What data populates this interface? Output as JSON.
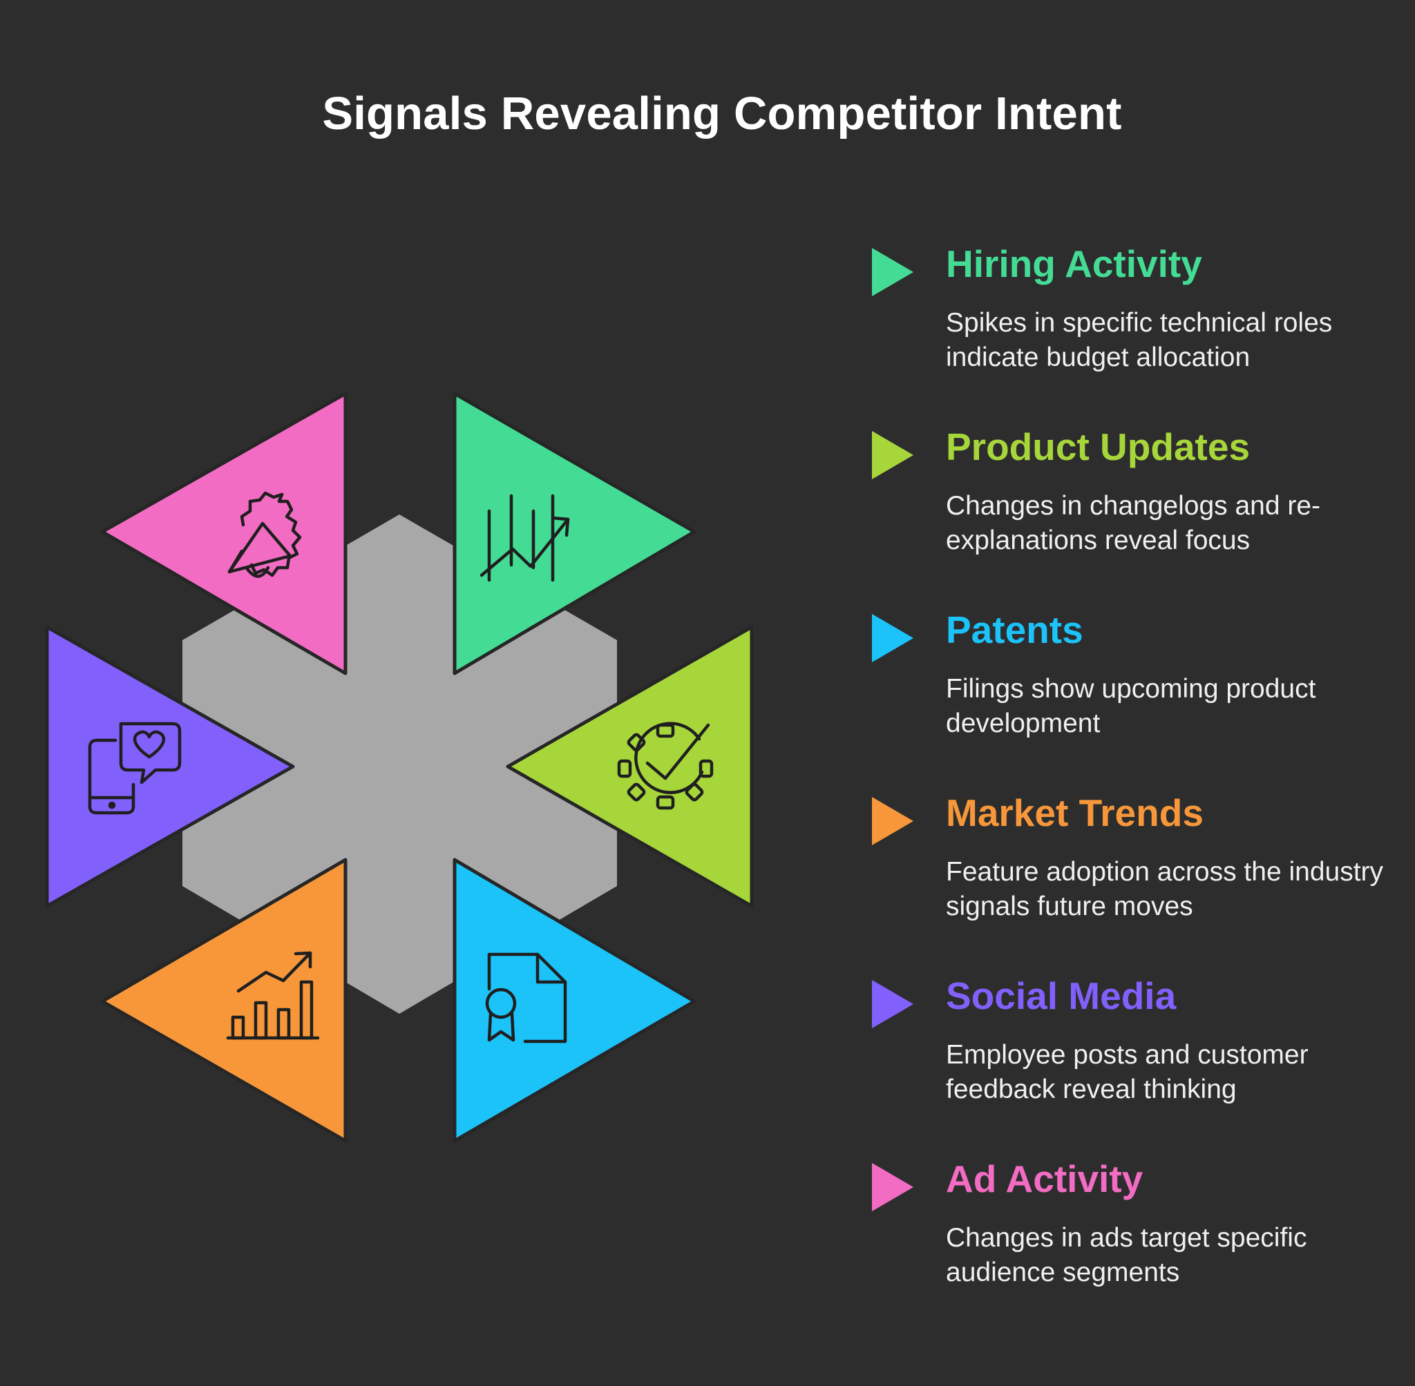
{
  "title": "Signals Revealing Competitor Intent",
  "colors": {
    "background": "#2d2d2e",
    "hexagon": "#a8a8a8",
    "outline": "#262626",
    "hiring": "#44dc94",
    "product": "#a7d63a",
    "patents": "#1bc3f9",
    "market": "#f7973a",
    "social": "#8260fb",
    "ad": "#f36cc3"
  },
  "signals": [
    {
      "key": "hiring",
      "title": "Hiring Activity",
      "description": "Spikes in specific technical roles indicate budget allocation",
      "color": "#44dc94",
      "icon": "bar-chart-up-icon"
    },
    {
      "key": "product",
      "title": "Product Updates",
      "description": "Changes in changelogs and re-explanations reveal focus",
      "color": "#a7d63a",
      "icon": "gear-check-icon"
    },
    {
      "key": "patents",
      "title": "Patents",
      "description": "Filings show upcoming product development",
      "color": "#1bc3f9",
      "icon": "certificate-document-icon"
    },
    {
      "key": "market",
      "title": "Market Trends",
      "description": "Feature adoption across the industry signals future moves",
      "color": "#f7973a",
      "icon": "growth-chart-icon"
    },
    {
      "key": "social",
      "title": "Social Media",
      "description": "Employee posts and customer feedback reveal thinking",
      "color": "#8260fb",
      "icon": "phone-heart-icon"
    },
    {
      "key": "ad",
      "title": "Ad Activity",
      "description": "Changes in ads target specific audience segments",
      "color": "#f36cc3",
      "icon": "megaphone-badge-icon"
    }
  ]
}
